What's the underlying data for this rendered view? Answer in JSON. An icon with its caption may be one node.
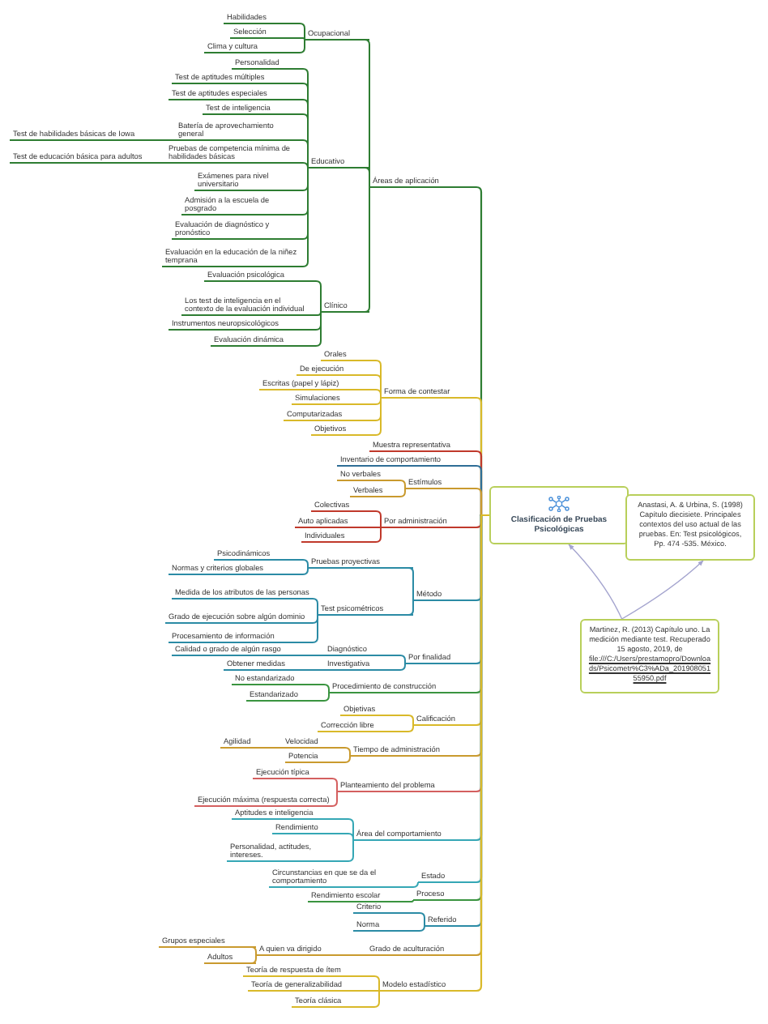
{
  "diagram": {
    "nodes": [
      {
        "text": [
          "Clasificación de Pruebas Psicológicas"
        ]
      },
      {
        "text": [
          "Anastasi, A. & Urbina, S. (1998) Capítulo diecisiete. Principales contextos del uso actual de las pruebas. En: Test psicológicos, Pp. 474 -535. México."
        ]
      },
      {
        "text": [
          "Martinez, R. (2013) Capítulo uno. La medición mediante test. Recuperado 15 agosto, 2019, de",
          "file:///C:/Users/prestamopro/Downloads/Psicometr%C3%ADa_20190805155950.pdf"
        ]
      },
      {
        "text": [
          "Áreas de aplicación"
        ]
      },
      {
        "text": [
          "Ocupacional"
        ]
      },
      {
        "text": [
          "Habilidades"
        ]
      },
      {
        "text": [
          "Selección"
        ]
      },
      {
        "text": [
          "Clima y cultura"
        ]
      },
      {
        "text": [
          "Educativo"
        ]
      },
      {
        "text": [
          "Personalidad"
        ]
      },
      {
        "text": [
          "Test de aptitudes múltiples"
        ]
      },
      {
        "text": [
          "Test de aptitudes especiales"
        ]
      },
      {
        "text": [
          "Test de inteligencia"
        ]
      },
      {
        "text": [
          "Batería de aprovechamiento general"
        ]
      },
      {
        "text": [
          "Test de habilidades básicas de Iowa"
        ]
      },
      {
        "text": [
          "Pruebas de competencia mínima de habilidades básicas"
        ]
      },
      {
        "text": [
          "Test de educación básica para adultos"
        ]
      },
      {
        "text": [
          "Exámenes para nivel universitario"
        ]
      },
      {
        "text": [
          "Admisión a la escuela de posgrado"
        ]
      },
      {
        "text": [
          "Evaluación de diagnóstico y pronóstico"
        ]
      },
      {
        "text": [
          "Evaluación en la educación de la niñez temprana"
        ]
      },
      {
        "text": [
          "Clínico"
        ]
      },
      {
        "text": [
          "Evaluación psicológica"
        ]
      },
      {
        "text": [
          "Los test de inteligencia en el contexto de la evaluación individual"
        ]
      },
      {
        "text": [
          "Instrumentos neuropsicológicos"
        ]
      },
      {
        "text": [
          "Evaluación dinámica"
        ]
      },
      {
        "text": [
          "Forma de contestar"
        ]
      },
      {
        "text": [
          "Orales"
        ]
      },
      {
        "text": [
          "De ejecución"
        ]
      },
      {
        "text": [
          "Escritas (papel y lápiz)"
        ]
      },
      {
        "text": [
          "Simulaciones"
        ]
      },
      {
        "text": [
          "Computarizadas"
        ]
      },
      {
        "text": [
          "Objetivos"
        ]
      },
      {
        "text": [
          "Muestra representativa"
        ]
      },
      {
        "text": [
          "Inventario de comportamiento"
        ]
      },
      {
        "text": [
          "Estímulos"
        ]
      },
      {
        "text": [
          "No verbales"
        ]
      },
      {
        "text": [
          "Verbales"
        ]
      },
      {
        "text": [
          "Por administración"
        ]
      },
      {
        "text": [
          "Colectivas"
        ]
      },
      {
        "text": [
          "Auto aplicadas"
        ]
      },
      {
        "text": [
          "Individuales"
        ]
      },
      {
        "text": [
          "Método"
        ]
      },
      {
        "text": [
          "Pruebas proyectivas"
        ]
      },
      {
        "text": [
          "Psicodinámicos"
        ]
      },
      {
        "text": [
          "Normas y criterios globales"
        ]
      },
      {
        "text": [
          "Test psicométricos"
        ]
      },
      {
        "text": [
          "Medida de los atributos de las personas"
        ]
      },
      {
        "text": [
          "Grado de ejecución sobre algún dominio"
        ]
      },
      {
        "text": [
          "Procesamiento de información"
        ]
      },
      {
        "text": [
          "Por finalidad"
        ]
      },
      {
        "text": [
          "Diagnóstico"
        ]
      },
      {
        "text": [
          "Calidad o grado de algún rasgo"
        ]
      },
      {
        "text": [
          "Investigativa"
        ]
      },
      {
        "text": [
          "Obtener medidas"
        ]
      },
      {
        "text": [
          "Procedimiento de construcción"
        ]
      },
      {
        "text": [
          "No estandarizado"
        ]
      },
      {
        "text": [
          "Estandarizado"
        ]
      },
      {
        "text": [
          "Calificación"
        ]
      },
      {
        "text": [
          "Objetivas"
        ]
      },
      {
        "text": [
          "Corrección libre"
        ]
      },
      {
        "text": [
          "Tiempo de administración"
        ]
      },
      {
        "text": [
          "Velocidad"
        ]
      },
      {
        "text": [
          "Agilidad"
        ]
      },
      {
        "text": [
          "Potencia"
        ]
      },
      {
        "text": [
          "Planteamiento del problema"
        ]
      },
      {
        "text": [
          "Ejecución típica"
        ]
      },
      {
        "text": [
          "Ejecución máxima (respuesta correcta)"
        ]
      },
      {
        "text": [
          "Área del comportamiento"
        ]
      },
      {
        "text": [
          "Aptitudes e inteligencia"
        ]
      },
      {
        "text": [
          "Rendimiento"
        ]
      },
      {
        "text": [
          "Personalidad, actitudes, intereses."
        ]
      },
      {
        "text": [
          "Estado"
        ]
      },
      {
        "text": [
          "Circunstancias en que se da el comportamiento"
        ]
      },
      {
        "text": [
          "Proceso"
        ]
      },
      {
        "text": [
          "Rendimiento escolar"
        ]
      },
      {
        "text": [
          "Referido"
        ]
      },
      {
        "text": [
          "Criterio"
        ]
      },
      {
        "text": [
          "Norma"
        ]
      },
      {
        "text": [
          "Grado de aculturación"
        ]
      },
      {
        "text": [
          "A quien va dirigido"
        ]
      },
      {
        "text": [
          "Grupos especiales"
        ]
      },
      {
        "text": [
          "Adultos"
        ]
      },
      {
        "text": [
          "Modelo estadístico"
        ]
      },
      {
        "text": [
          "Teoría de respuesta de ítem"
        ]
      },
      {
        "text": [
          "Teoría de generalizabilidad"
        ]
      },
      {
        "text": [
          "Teoría clásica"
        ]
      }
    ],
    "edges": [
      {
        "from": 2,
        "to": 0,
        "arrow": "to",
        "color": "#a5a5cf"
      },
      {
        "from": 2,
        "to": 1,
        "arrow": "to",
        "color": "#a5a5cf"
      },
      {
        "from": 0,
        "to": 3,
        "arrow": "none"
      },
      {
        "from": 3,
        "to": 4,
        "arrow": "none"
      },
      {
        "from": 4,
        "to": 5,
        "arrow": "none"
      },
      {
        "from": 4,
        "to": 6,
        "arrow": "none"
      },
      {
        "from": 4,
        "to": 7,
        "arrow": "none"
      },
      {
        "from": 3,
        "to": 8,
        "arrow": "none"
      },
      {
        "from": 8,
        "to": 9,
        "arrow": "none"
      },
      {
        "from": 8,
        "to": 10,
        "arrow": "none"
      },
      {
        "from": 8,
        "to": 11,
        "arrow": "none"
      },
      {
        "from": 8,
        "to": 12,
        "arrow": "none"
      },
      {
        "from": 8,
        "to": 13,
        "arrow": "none"
      },
      {
        "from": 13,
        "to": 14,
        "arrow": "none"
      },
      {
        "from": 8,
        "to": 15,
        "arrow": "none"
      },
      {
        "from": 15,
        "to": 16,
        "arrow": "none"
      },
      {
        "from": 8,
        "to": 17,
        "arrow": "none"
      },
      {
        "from": 8,
        "to": 18,
        "arrow": "none"
      },
      {
        "from": 8,
        "to": 19,
        "arrow": "none"
      },
      {
        "from": 8,
        "to": 20,
        "arrow": "none"
      },
      {
        "from": 3,
        "to": 21,
        "arrow": "none"
      },
      {
        "from": 21,
        "to": 22,
        "arrow": "none"
      },
      {
        "from": 21,
        "to": 23,
        "arrow": "none"
      },
      {
        "from": 21,
        "to": 24,
        "arrow": "none"
      },
      {
        "from": 21,
        "to": 25,
        "arrow": "none"
      },
      {
        "from": 0,
        "to": 26,
        "arrow": "none",
        "color": "#d9b929"
      },
      {
        "from": 26,
        "to": 27,
        "arrow": "none",
        "color": "#d9b929"
      },
      {
        "from": 26,
        "to": 28,
        "arrow": "none",
        "color": "#d9b929"
      },
      {
        "from": 26,
        "to": 29,
        "arrow": "none",
        "color": "#d9b929"
      },
      {
        "from": 26,
        "to": 30,
        "arrow": "none",
        "color": "#d9b929"
      },
      {
        "from": 26,
        "to": 31,
        "arrow": "none",
        "color": "#d9b929"
      },
      {
        "from": 26,
        "to": 32,
        "arrow": "none",
        "color": "#d9b929"
      },
      {
        "from": 0,
        "to": 33,
        "arrow": "none",
        "color": "#c0392b"
      },
      {
        "from": 0,
        "to": 34,
        "arrow": "none",
        "color": "#2e6e96"
      },
      {
        "from": 0,
        "to": 35,
        "arrow": "none",
        "color": "#c99a2e"
      },
      {
        "from": 35,
        "to": 36,
        "arrow": "none",
        "color": "#c99a2e"
      },
      {
        "from": 35,
        "to": 37,
        "arrow": "none",
        "color": "#c99a2e"
      },
      {
        "from": 0,
        "to": 38,
        "arrow": "none",
        "color": "#c0392b"
      },
      {
        "from": 38,
        "to": 39,
        "arrow": "none",
        "color": "#c0392b"
      },
      {
        "from": 38,
        "to": 40,
        "arrow": "none",
        "color": "#c0392b"
      },
      {
        "from": 38,
        "to": 41,
        "arrow": "none",
        "color": "#c0392b"
      },
      {
        "from": 0,
        "to": 42,
        "arrow": "none",
        "color": "#2b8ba5"
      },
      {
        "from": 42,
        "to": 43,
        "arrow": "none",
        "color": "#2b8ba5"
      },
      {
        "from": 43,
        "to": 44,
        "arrow": "none",
        "color": "#2b8ba5"
      },
      {
        "from": 43,
        "to": 45,
        "arrow": "none",
        "color": "#2b8ba5"
      },
      {
        "from": 42,
        "to": 46,
        "arrow": "none",
        "color": "#2b8ba5"
      },
      {
        "from": 46,
        "to": 47,
        "arrow": "none",
        "color": "#2b8ba5"
      },
      {
        "from": 46,
        "to": 48,
        "arrow": "none",
        "color": "#2b8ba5"
      },
      {
        "from": 46,
        "to": 49,
        "arrow": "none",
        "color": "#2b8ba5"
      },
      {
        "from": 0,
        "to": 50,
        "arrow": "none",
        "color": "#2b8ba5"
      },
      {
        "from": 50,
        "to": 51,
        "arrow": "none",
        "color": "#2b8ba5"
      },
      {
        "from": 51,
        "to": 52,
        "arrow": "none",
        "color": "#2b8ba5"
      },
      {
        "from": 50,
        "to": 53,
        "arrow": "none",
        "color": "#2b8ba5"
      },
      {
        "from": 53,
        "to": 54,
        "arrow": "none",
        "color": "#2b8ba5"
      },
      {
        "from": 0,
        "to": 55,
        "arrow": "none",
        "color": "#3a9440"
      },
      {
        "from": 55,
        "to": 56,
        "arrow": "none",
        "color": "#3a9440"
      },
      {
        "from": 55,
        "to": 57,
        "arrow": "none",
        "color": "#3a9440"
      },
      {
        "from": 0,
        "to": 58,
        "arrow": "none",
        "color": "#d9b929"
      },
      {
        "from": 58,
        "to": 59,
        "arrow": "none",
        "color": "#d9b929"
      },
      {
        "from": 58,
        "to": 60,
        "arrow": "none",
        "color": "#d9b929"
      },
      {
        "from": 0,
        "to": 61,
        "arrow": "none",
        "color": "#c99a2e"
      },
      {
        "from": 61,
        "to": 62,
        "arrow": "none",
        "color": "#c99a2e"
      },
      {
        "from": 62,
        "to": 63,
        "arrow": "none",
        "color": "#c99a2e"
      },
      {
        "from": 61,
        "to": 64,
        "arrow": "none",
        "color": "#c99a2e"
      },
      {
        "from": 0,
        "to": 65,
        "arrow": "none",
        "color": "#d45f5f"
      },
      {
        "from": 65,
        "to": 66,
        "arrow": "none",
        "color": "#d45f5f"
      },
      {
        "from": 65,
        "to": 67,
        "arrow": "none",
        "color": "#d45f5f"
      },
      {
        "from": 0,
        "to": 68,
        "arrow": "none",
        "color": "#35a7b5"
      },
      {
        "from": 68,
        "to": 69,
        "arrow": "none",
        "color": "#35a7b5"
      },
      {
        "from": 68,
        "to": 70,
        "arrow": "none",
        "color": "#35a7b5"
      },
      {
        "from": 68,
        "to": 71,
        "arrow": "none",
        "color": "#35a7b5"
      },
      {
        "from": 0,
        "to": 72,
        "arrow": "none",
        "color": "#35a7b5"
      },
      {
        "from": 72,
        "to": 73,
        "arrow": "none",
        "color": "#35a7b5"
      },
      {
        "from": 0,
        "to": 74,
        "arrow": "none",
        "color": "#3a9440"
      },
      {
        "from": 74,
        "to": 75,
        "arrow": "none",
        "color": "#3a9440"
      },
      {
        "from": 0,
        "to": 76,
        "arrow": "none",
        "color": "#2b8ba5"
      },
      {
        "from": 76,
        "to": 77,
        "arrow": "none",
        "color": "#2b8ba5"
      },
      {
        "from": 76,
        "to": 78,
        "arrow": "none",
        "color": "#2b8ba5"
      },
      {
        "from": 0,
        "to": 79,
        "arrow": "none",
        "color": "#c99a2e"
      },
      {
        "from": 79,
        "to": 80,
        "arrow": "none",
        "color": "#c99a2e"
      },
      {
        "from": 80,
        "to": 81,
        "arrow": "none",
        "color": "#c99a2e"
      },
      {
        "from": 80,
        "to": 82,
        "arrow": "none",
        "color": "#c99a2e"
      },
      {
        "from": 0,
        "to": 83,
        "arrow": "none",
        "color": "#d9b929"
      },
      {
        "from": 83,
        "to": 84,
        "arrow": "none",
        "color": "#d9b929"
      },
      {
        "from": 83,
        "to": 85,
        "arrow": "none",
        "color": "#d9b929"
      },
      {
        "from": 83,
        "to": 86,
        "arrow": "none",
        "color": "#d9b929"
      }
    ]
  }
}
